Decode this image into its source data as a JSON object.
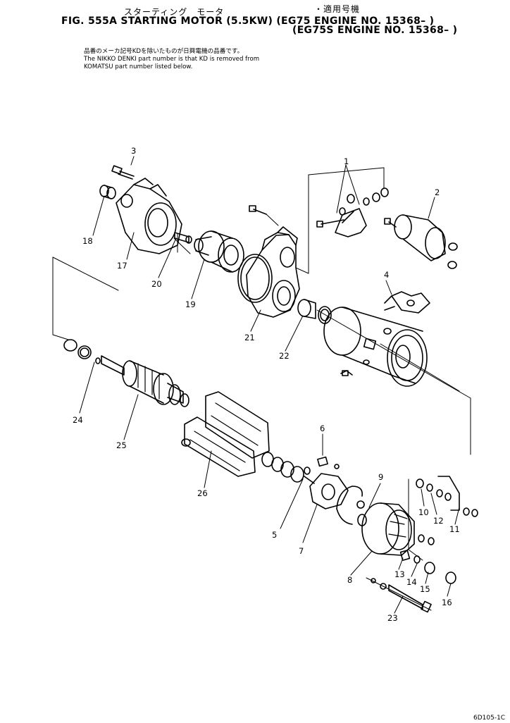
{
  "header": {
    "jp_title": "スターティング　モータ",
    "jp_applicable": "・適用号機",
    "fig_title": "FIG. 555A  STARTING  MOTOR  (5.5KW)  (EG75   ENGINE  NO. 15368– )",
    "fig_title_line2": "(EG75S  ENGINE  NO. 15368– )"
  },
  "note": {
    "jp": "品番のメーカ記号KDを除いたものが日興電機の品番です。",
    "line1": "The NIKKO DENKI part number is that KD is removed from",
    "line2": "KOMATSU part number listed below."
  },
  "callouts": [
    "1",
    "2",
    "3",
    "4",
    "5",
    "6",
    "7",
    "8",
    "9",
    "10",
    "11",
    "12",
    "13",
    "14",
    "15",
    "16",
    "17",
    "18",
    "19",
    "20",
    "21",
    "22",
    "23",
    "24",
    "25",
    "26"
  ],
  "footer": {
    "code": "6D105-1C"
  }
}
